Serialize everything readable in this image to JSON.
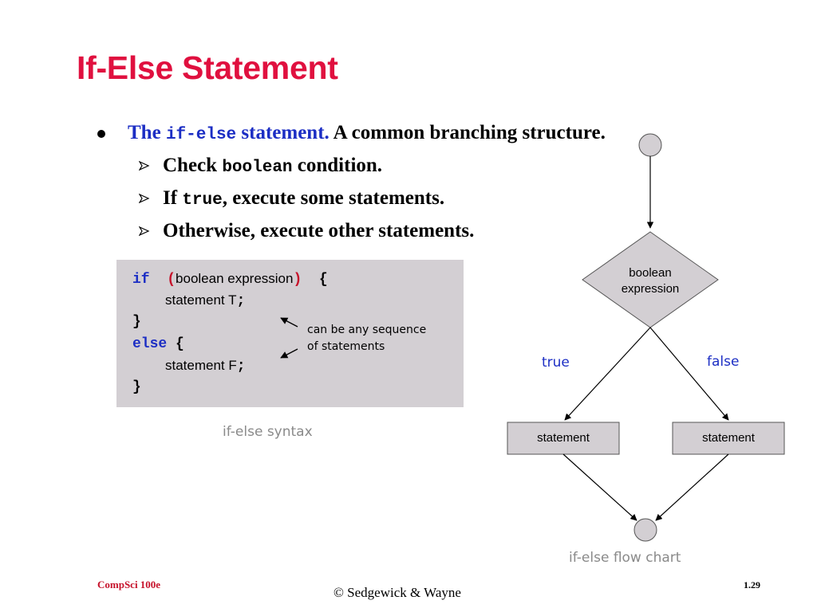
{
  "slide": {
    "title": "If-Else Statement",
    "bullet": {
      "lead": "The ",
      "code": "if-else",
      "tail_blue": " statement.",
      "tail": " A common branching structure."
    },
    "subbullets": [
      {
        "pre": "Check ",
        "code": "boolean",
        "post": " condition."
      },
      {
        "pre": "If ",
        "code": "true",
        "post": ", execute some statements."
      },
      {
        "pre": "Otherwise, execute other statements.",
        "code": "",
        "post": ""
      }
    ],
    "code": {
      "if_kw": "if",
      "open_paren": "(",
      "condition": "boolean expression",
      "close_paren": ")",
      "open_brace": "{",
      "stmt_t": "statement T",
      "semicolon": ";",
      "close_brace": "}",
      "else_kw": "else",
      "stmt_f": "statement F"
    },
    "note_lines": [
      "can be any sequence",
      "of statements"
    ],
    "syntax_caption": "if-else syntax",
    "flowchart": {
      "condition_lines": [
        "boolean",
        "expression"
      ],
      "true_label": "true",
      "false_label": "false",
      "left_statement": "statement",
      "right_statement": "statement",
      "caption": "if-else flow chart"
    },
    "footer": {
      "course": "CompSci 100e",
      "copyright": "© Sedgewick & Wayne",
      "page": "1.29"
    }
  },
  "colors": {
    "title": "#e0103f",
    "blue": "#1c2ec4",
    "code_bg": "#d3cfd3",
    "circle": "#d3cfd3"
  }
}
